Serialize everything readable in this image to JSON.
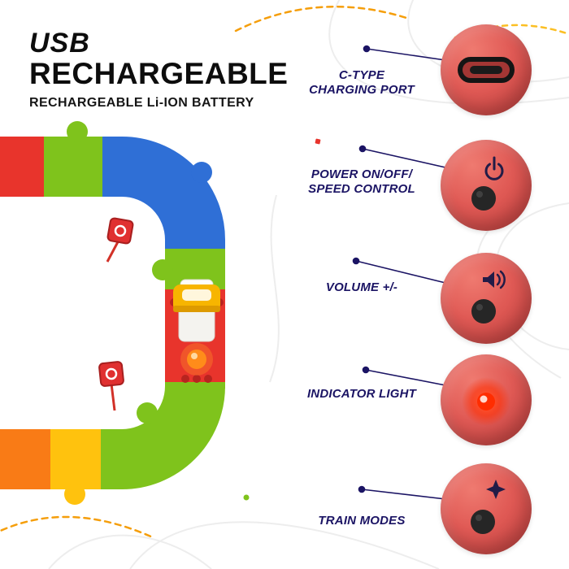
{
  "title": {
    "line1": "USB",
    "line2": "RECHARGEABLE",
    "subtitle": "RECHARGEABLE Li-ION BATTERY"
  },
  "features": [
    {
      "icon": "usb-c-port-icon",
      "lines": [
        "C-TYPE",
        "CHARGING PORT"
      ]
    },
    {
      "icon": "power-icon",
      "lines": [
        "POWER ON/OFF/",
        "SPEED CONTROL"
      ]
    },
    {
      "icon": "volume-icon",
      "lines": [
        "VOLUME +/-"
      ]
    },
    {
      "icon": "indicator-light-icon",
      "lines": [
        "INDICATOR LIGHT"
      ]
    },
    {
      "icon": "train-modes-icon",
      "lines": [
        "TRAIN MODES"
      ]
    }
  ],
  "colors": {
    "label_navy": "#1b1464",
    "callout_red": "#dd5551",
    "title_black": "#0d0d0d",
    "track_red": "#e8342c",
    "track_green": "#7fc31c",
    "track_blue": "#2f6fd6",
    "track_orange": "#f97b16",
    "track_yellow": "#ffc20e",
    "led_red": "#ff2d00",
    "accent_dashed_orange": "#f59e0b"
  }
}
